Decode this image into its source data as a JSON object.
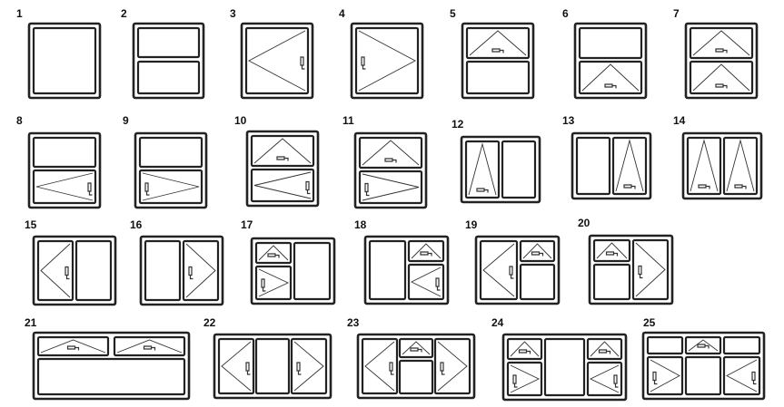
{
  "diagram": {
    "items": [
      {
        "label": "1"
      },
      {
        "label": "2"
      },
      {
        "label": "3"
      },
      {
        "label": "4"
      },
      {
        "label": "5"
      },
      {
        "label": "6"
      },
      {
        "label": "7"
      },
      {
        "label": "8"
      },
      {
        "label": "9"
      },
      {
        "label": "10"
      },
      {
        "label": "11"
      },
      {
        "label": "12"
      },
      {
        "label": "13"
      },
      {
        "label": "14"
      },
      {
        "label": "15"
      },
      {
        "label": "16"
      },
      {
        "label": "17"
      },
      {
        "label": "18"
      },
      {
        "label": "19"
      },
      {
        "label": "20"
      },
      {
        "label": "21"
      },
      {
        "label": "22"
      },
      {
        "label": "23"
      },
      {
        "label": "24"
      },
      {
        "label": "25"
      }
    ]
  }
}
